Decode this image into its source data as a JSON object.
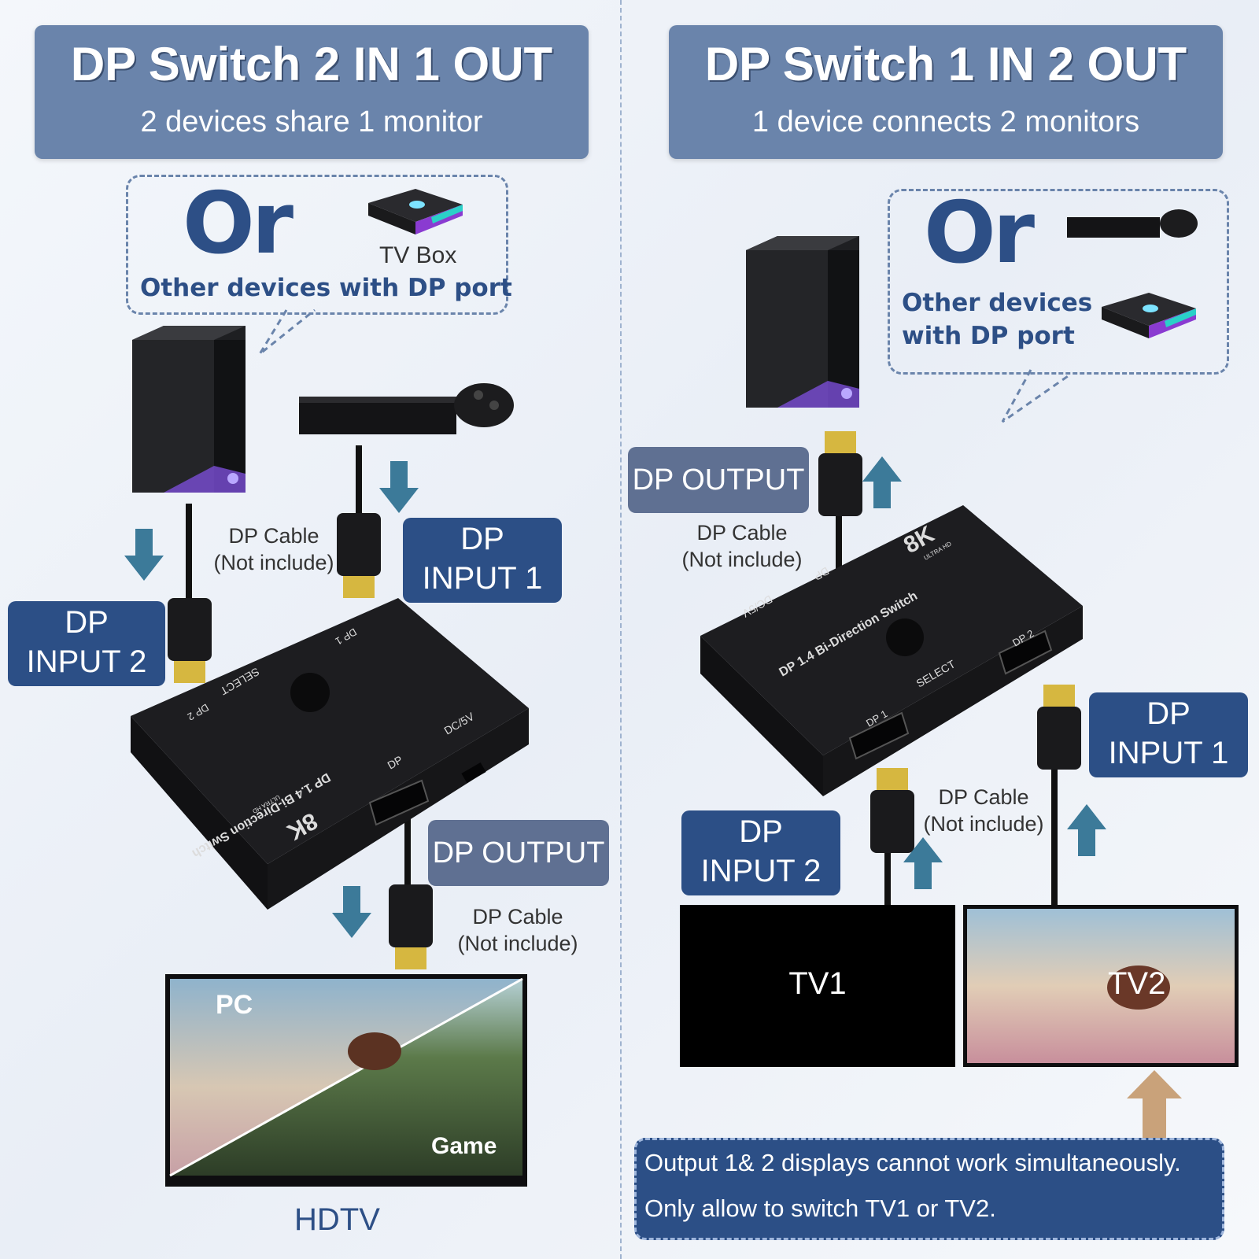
{
  "left": {
    "title": "DP Switch 2 IN 1 OUT",
    "subtitle": "2 devices share 1 monitor",
    "or_text": "Or",
    "tvbox_label": "TV Box",
    "other_devices": "Other devices with DP port",
    "cable_top_line1": "DP Cable",
    "cable_top_line2": "(Not include)",
    "input2_line1": "DP",
    "input2_line2": "INPUT  2",
    "input1_line1": "DP",
    "input1_line2": "INPUT  1",
    "output_label": "DP OUTPUT",
    "cable_bottom_line1": "DP Cable",
    "cable_bottom_line2": "(Not include)",
    "switch_brand": "8K",
    "switch_brand_sub": "ULTRA HD",
    "switch_name": "DP 1.4 Bi-Direction Switch",
    "switch_select": "SELECT",
    "switch_dp1": "DP 1",
    "switch_dp2": "DP 2",
    "switch_dp": "DP",
    "switch_dc": "DC/5V",
    "screen_pc": "PC",
    "screen_game": "Game",
    "hdtv_label": "HDTV"
  },
  "right": {
    "title": "DP Switch 1 IN 2 OUT",
    "subtitle": "1 device connects 2 monitors",
    "or_text": "Or",
    "other_devices_line1": "Other devices",
    "other_devices_line2": "with DP port",
    "output_label": "DP OUTPUT",
    "cable_top_line1": "DP Cable",
    "cable_top_line2": "(Not include)",
    "input1_line1": "DP",
    "input1_line2": "INPUT  1",
    "input2_line1": "DP",
    "input2_line2": "INPUT  2",
    "cable_mid_line1": "DP Cable",
    "cable_mid_line2": "(Not include)",
    "switch_brand": "8K",
    "switch_brand_sub": "ULTRA HD",
    "switch_name": "DP 1.4 Bi-Direction Switch",
    "switch_select": "SELECT",
    "switch_dp1": "DP 1",
    "switch_dp2": "DP 2",
    "switch_dp": "DP",
    "switch_dc": "DC/5V",
    "tv1_label": "TV1",
    "tv2_label": "TV2",
    "note_line1": "Output 1& 2 displays cannot work simultaneously.",
    "note_line2": "Only allow to switch TV1 or TV2."
  },
  "colors": {
    "header_bg": "#6a84ab",
    "label_dark": "#2c4f86",
    "label_gray": "#5f7092",
    "arrow": "#3c7a99",
    "arrow_tan": "#c9a27a"
  }
}
